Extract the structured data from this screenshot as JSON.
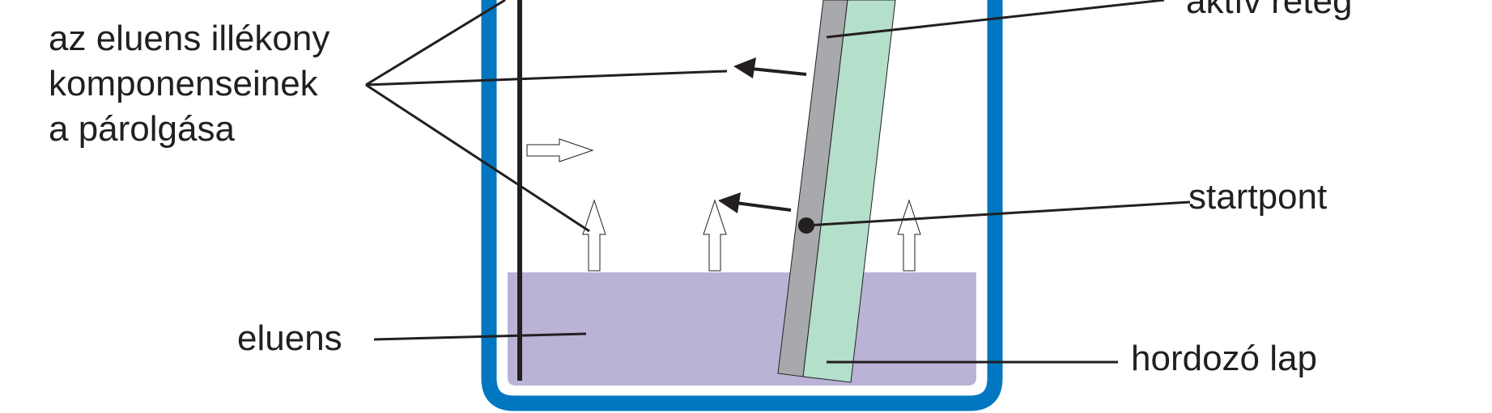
{
  "labels": {
    "evaporation": [
      "az eluens illékony",
      "komponenseinek",
      "a párolgása"
    ],
    "active_layer": "aktív réteg",
    "start_point": "startpont",
    "eluent": "eluens",
    "support_plate": "hordozó lap"
  },
  "colors": {
    "tank_wall": "#0077c0",
    "eluent_liquid": "#bab3d6",
    "active_layer": "#a7a9ac",
    "support_plate": "#b4dfcb",
    "lines": "#231f20"
  }
}
